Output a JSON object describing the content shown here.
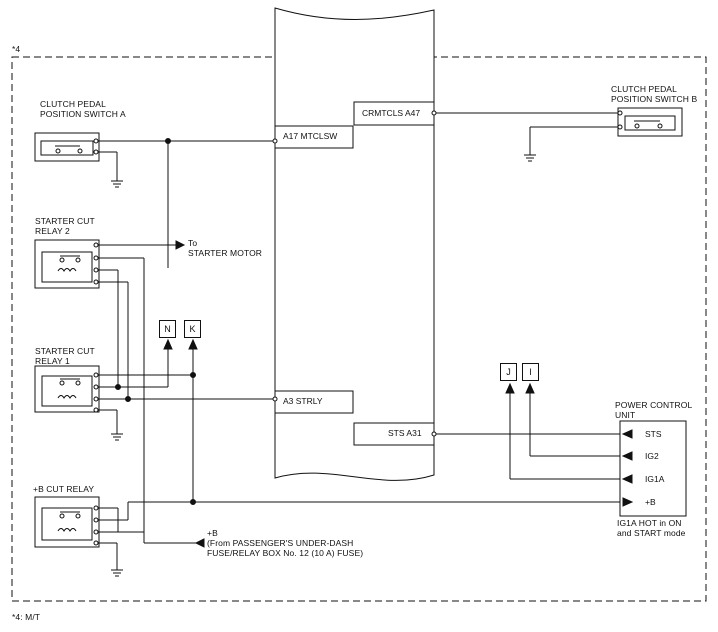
{
  "note_marker": "*4",
  "footnote": "*4: M/T",
  "components": {
    "clutch_switch_a": "CLUTCH PEDAL\nPOSITION SWITCH A",
    "clutch_switch_b": "CLUTCH PEDAL\nPOSITION SWITCH B",
    "starter_cut_relay_2": "STARTER CUT\nRELAY 2",
    "starter_cut_relay_1": "STARTER CUT\nRELAY 1",
    "b_cut_relay": "+B CUT RELAY",
    "pcu": "POWER CONTROL\nUNIT"
  },
  "ecm_pins": {
    "a17": "A17 MTCLSW",
    "a47": "CRMTCLS A47",
    "a3": "A3 STRLY",
    "a31": "STS A31"
  },
  "pcu_pins": {
    "sts": "STS",
    "ig2": "IG2",
    "ig1a": "IG1A",
    "plus_b": "+B"
  },
  "pcu_note": "IG1A HOT in ON\nand START mode",
  "to_starter": "To\nSTARTER MOTOR",
  "plus_b_source": "+B\n(From PASSENGER'S UNDER-DASH\nFUSE/RELAY BOX No. 12 (10 A) FUSE)",
  "connectors": {
    "n": "N",
    "k": "K",
    "j": "J",
    "i": "I"
  }
}
